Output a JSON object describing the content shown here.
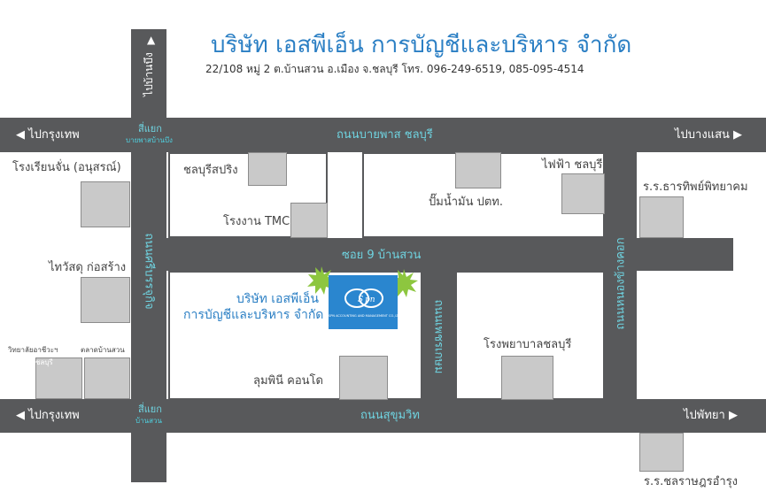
{
  "header": {
    "title": "บริษัท เอสพีเอ็น การบัญชีและบริหาร จำกัด",
    "address": "22/108 หมู่ 2 ต.บ้านสวน อ.เมือง จ.ชลบุรี โทร. 096-249-6519, 085-095-4514"
  },
  "roads": {
    "top_road": "ถนนบายพาส ชลบุรี",
    "soi": "ซอย 9 บ้านสวน",
    "bottom_road": "ถนนสุขุมวิท",
    "left_vertical": "ถนนศรีบรรจุกิจ",
    "middle_vertical": "ถนนเพชรเกษม",
    "right_vertical": "ถนนหนองข้างคอก",
    "to_ban_bueng": "ไปบ้านบึง",
    "top_left_dir": "ไปกรุงเทพ",
    "top_right_dir": "ไปบางแสน",
    "bottom_left_dir": "ไปกรุงเทพ",
    "bottom_right_dir": "ไปพัทยา",
    "junction_top": "สี่แยก",
    "junction_top_sub": "บายพาสบ้านบึง",
    "junction_bottom": "สี่แยก",
    "junction_bottom_sub": "บ้านสวน"
  },
  "places": {
    "school_left": "โรงเรียนจั่น (อนุสรณ์)",
    "chonburi_sports": "ชลบุรีสปริง",
    "tmc_factory": "โรงงาน TMC",
    "electricity": "ไฟฟ้า ชลบุรี",
    "gas_station": "ปั๊มน้ำมัน ปตท.",
    "school_right": "ร.ร.ธารทิพย์พิทยาคม",
    "hardware": "ไทวัสดุ ก่อสร้าง",
    "vocational_1": "วิทยาลัยอาชีวะฯ",
    "vocational_2": "ชลบุรี",
    "market": "ตลาดบ้านสวน",
    "condo": "ลุมพินี คอนโด",
    "hospital": "โรงพยาบาลชลบุรี",
    "school_bottom": "ร.ร.ชลราษฎรอำรุง"
  },
  "company": {
    "line1": "บริษัท เอสพีเอ็น",
    "line2": "การบัญชีและบริหาร จำกัด",
    "logo_text": "SPN ACCOUNTING AND MANAGEMENT CO.,LTD."
  },
  "colors": {
    "road": "#58595b",
    "road_label": "#6fd3e0",
    "title": "#2b7fc4",
    "logo_bg": "#2a86cf",
    "burst": "#8dc63f"
  }
}
